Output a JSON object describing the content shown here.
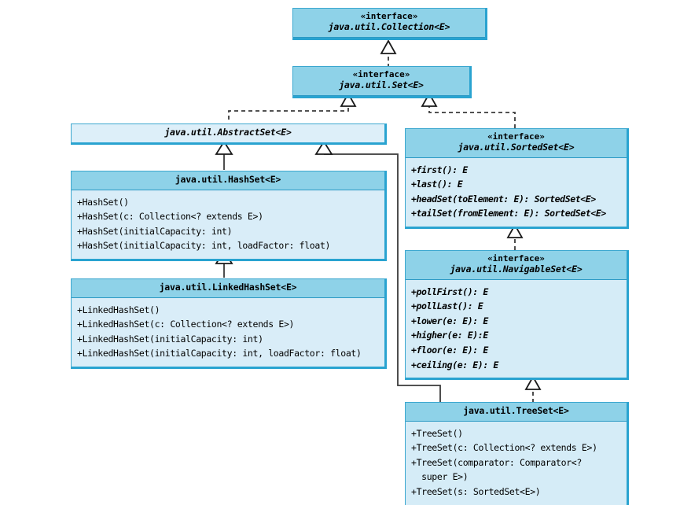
{
  "diagram": {
    "title": "Java Set Collection Hierarchy UML Class Diagram",
    "colors": {
      "interface_header": "#8ed2e8",
      "body_fill": "#d5ecf7",
      "plain_fill": "#ddeff9",
      "border": "#3ba7cf",
      "edge_stroke": "#3a3a3a"
    },
    "stereotype_label": "«interface»",
    "boxes": [
      {
        "id": "collection",
        "kind": "interface",
        "stereotype": "«interface»",
        "name": "java.util.Collection<E>",
        "members": []
      },
      {
        "id": "set",
        "kind": "interface",
        "stereotype": "«interface»",
        "name": "java.util.Set<E>",
        "members": []
      },
      {
        "id": "abstractset",
        "kind": "abstract-class",
        "stereotype": "",
        "name": "java.util.AbstractSet<E>",
        "members": []
      },
      {
        "id": "hashset",
        "kind": "class",
        "stereotype": "",
        "name": "java.util.HashSet<E>",
        "members": [
          "+HashSet()",
          "+HashSet(c: Collection<? extends E>)",
          "+HashSet(initialCapacity: int)",
          "+HashSet(initialCapacity: int, loadFactor: float)"
        ]
      },
      {
        "id": "linkedhashset",
        "kind": "class",
        "stereotype": "",
        "name": "java.util.LinkedHashSet<E>",
        "members": [
          "+LinkedHashSet()",
          "+LinkedHashSet(c: Collection<? extends E>)",
          "+LinkedHashSet(initialCapacity: int)",
          "+LinkedHashSet(initialCapacity: int, loadFactor: float)"
        ]
      },
      {
        "id": "sortedset",
        "kind": "interface",
        "stereotype": "«interface»",
        "name": "java.util.SortedSet<E>",
        "members": [
          "+first(): E",
          "+last(): E",
          "+headSet(toElement: E): SortedSet<E>",
          "+tailSet(fromElement: E): SortedSet<E>"
        ]
      },
      {
        "id": "navigableset",
        "kind": "interface",
        "stereotype": "«interface»",
        "name": "java.util.NavigableSet<E>",
        "members": [
          "+pollFirst(): E",
          "+pollLast(): E",
          "+lower(e: E): E",
          "+higher(e: E):E",
          "+floor(e: E): E",
          "+ceiling(e: E): E"
        ]
      },
      {
        "id": "treeset",
        "kind": "class",
        "stereotype": "",
        "name": "java.util.TreeSet<E>",
        "members": [
          "+TreeSet()",
          "+TreeSet(c: Collection<? extends E>)",
          "+TreeSet(comparator: Comparator<?",
          "  super E>)",
          "+TreeSet(s: SortedSet<E>)"
        ]
      }
    ],
    "relationships": [
      {
        "from": "set",
        "to": "collection",
        "type": "realization-dashed"
      },
      {
        "from": "abstractset",
        "to": "set",
        "type": "realization-dashed"
      },
      {
        "from": "sortedset",
        "to": "set",
        "type": "realization-dashed"
      },
      {
        "from": "hashset",
        "to": "abstractset",
        "type": "generalization-solid"
      },
      {
        "from": "linkedhashset",
        "to": "hashset",
        "type": "generalization-solid"
      },
      {
        "from": "treeset",
        "to": "abstractset",
        "type": "generalization-solid"
      },
      {
        "from": "navigableset",
        "to": "sortedset",
        "type": "realization-dashed"
      },
      {
        "from": "treeset",
        "to": "navigableset",
        "type": "realization-dashed"
      }
    ]
  }
}
